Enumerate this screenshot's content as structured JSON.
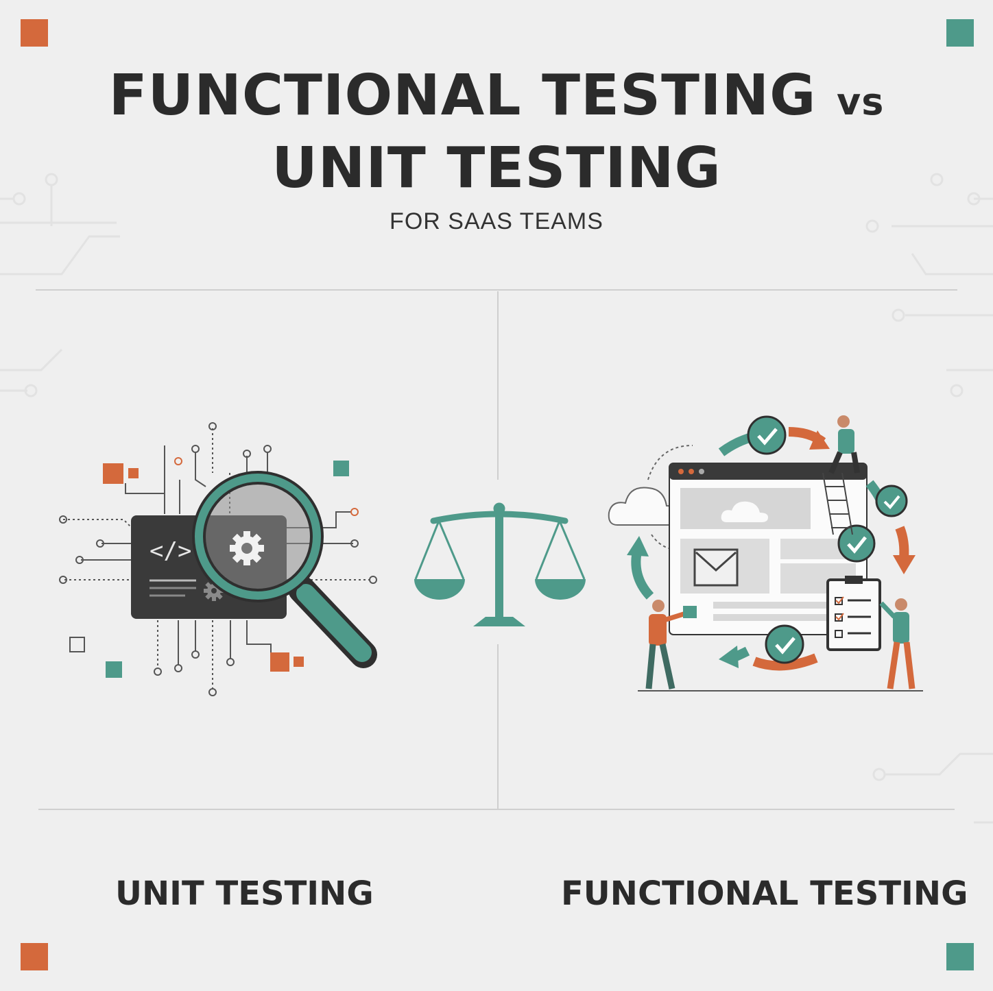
{
  "title": {
    "line1": "FUNCTIONAL TESTING",
    "vs": "vs",
    "line2": "UNIT TESTING"
  },
  "subtitle": "FOR SAAS TEAMS",
  "panels": {
    "left_label": "UNIT TESTING",
    "right_label": "FUNCTIONAL TESTING",
    "code_tag": "</>"
  },
  "colors": {
    "background": "#efefef",
    "teal": "#4e9a8a",
    "orange": "#d4693c",
    "dark": "#2b2b2b"
  },
  "icons": [
    "magnifier-icon",
    "gear-icon",
    "code-icon",
    "scale-icon",
    "cloud-icon",
    "envelope-icon",
    "checklist-icon",
    "check-icon"
  ]
}
